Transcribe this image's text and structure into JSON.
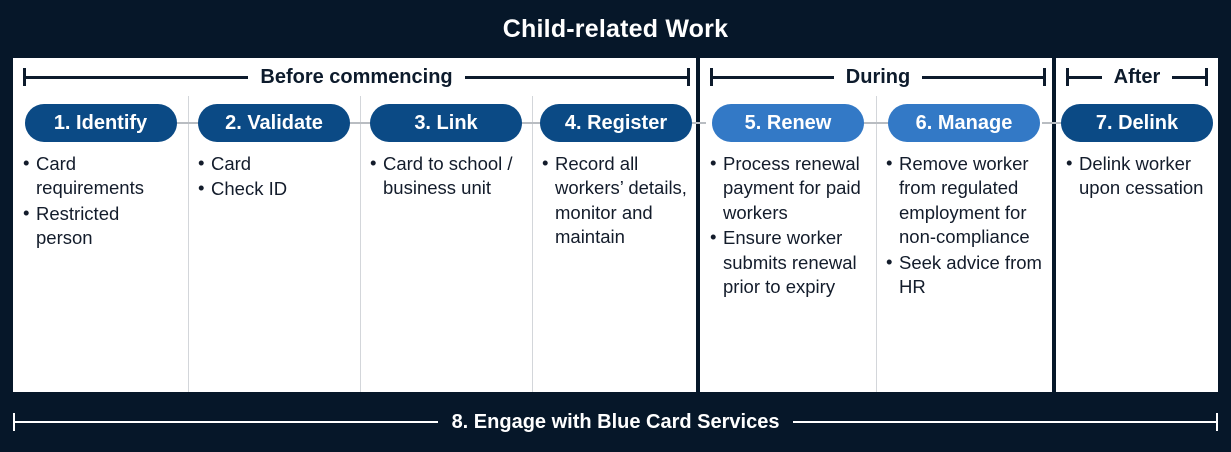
{
  "title": "Child-related Work",
  "colors": {
    "frame_background": "#061729",
    "panel_background": "#ffffff",
    "pill_dark_blue": "#0b4a85",
    "pill_light_blue": "#3379c6",
    "text_dark": "#131c2b",
    "divider_gray": "#d3d6da"
  },
  "phases": [
    {
      "label": "Before commencing",
      "steps": [
        {
          "pill_label": "1. Identify",
          "pill_style": "dark",
          "bullets": [
            "Card requirements",
            "Restricted person"
          ]
        },
        {
          "pill_label": "2. Validate",
          "pill_style": "dark",
          "bullets": [
            "Card",
            "Check ID"
          ]
        },
        {
          "pill_label": "3. Link",
          "pill_style": "dark",
          "bullets": [
            "Card to school / business unit"
          ]
        },
        {
          "pill_label": "4. Register",
          "pill_style": "dark",
          "bullets": [
            "Record all workers’ details, monitor and maintain"
          ]
        }
      ]
    },
    {
      "label": "During",
      "steps": [
        {
          "pill_label": "5. Renew",
          "pill_style": "light",
          "bullets": [
            "Process renewal payment for paid workers",
            "Ensure worker submits renewal prior to expiry"
          ]
        },
        {
          "pill_label": "6. Manage",
          "pill_style": "light",
          "bullets": [
            "Remove worker from regulated employment for non-compliance",
            "Seek advice from HR"
          ]
        }
      ]
    },
    {
      "label": "After",
      "steps": [
        {
          "pill_label": "7. Delink",
          "pill_style": "dark",
          "bullets": [
            "Delink worker upon cessation"
          ]
        }
      ]
    }
  ],
  "footer": {
    "label": "8. Engage with Blue Card Services"
  }
}
